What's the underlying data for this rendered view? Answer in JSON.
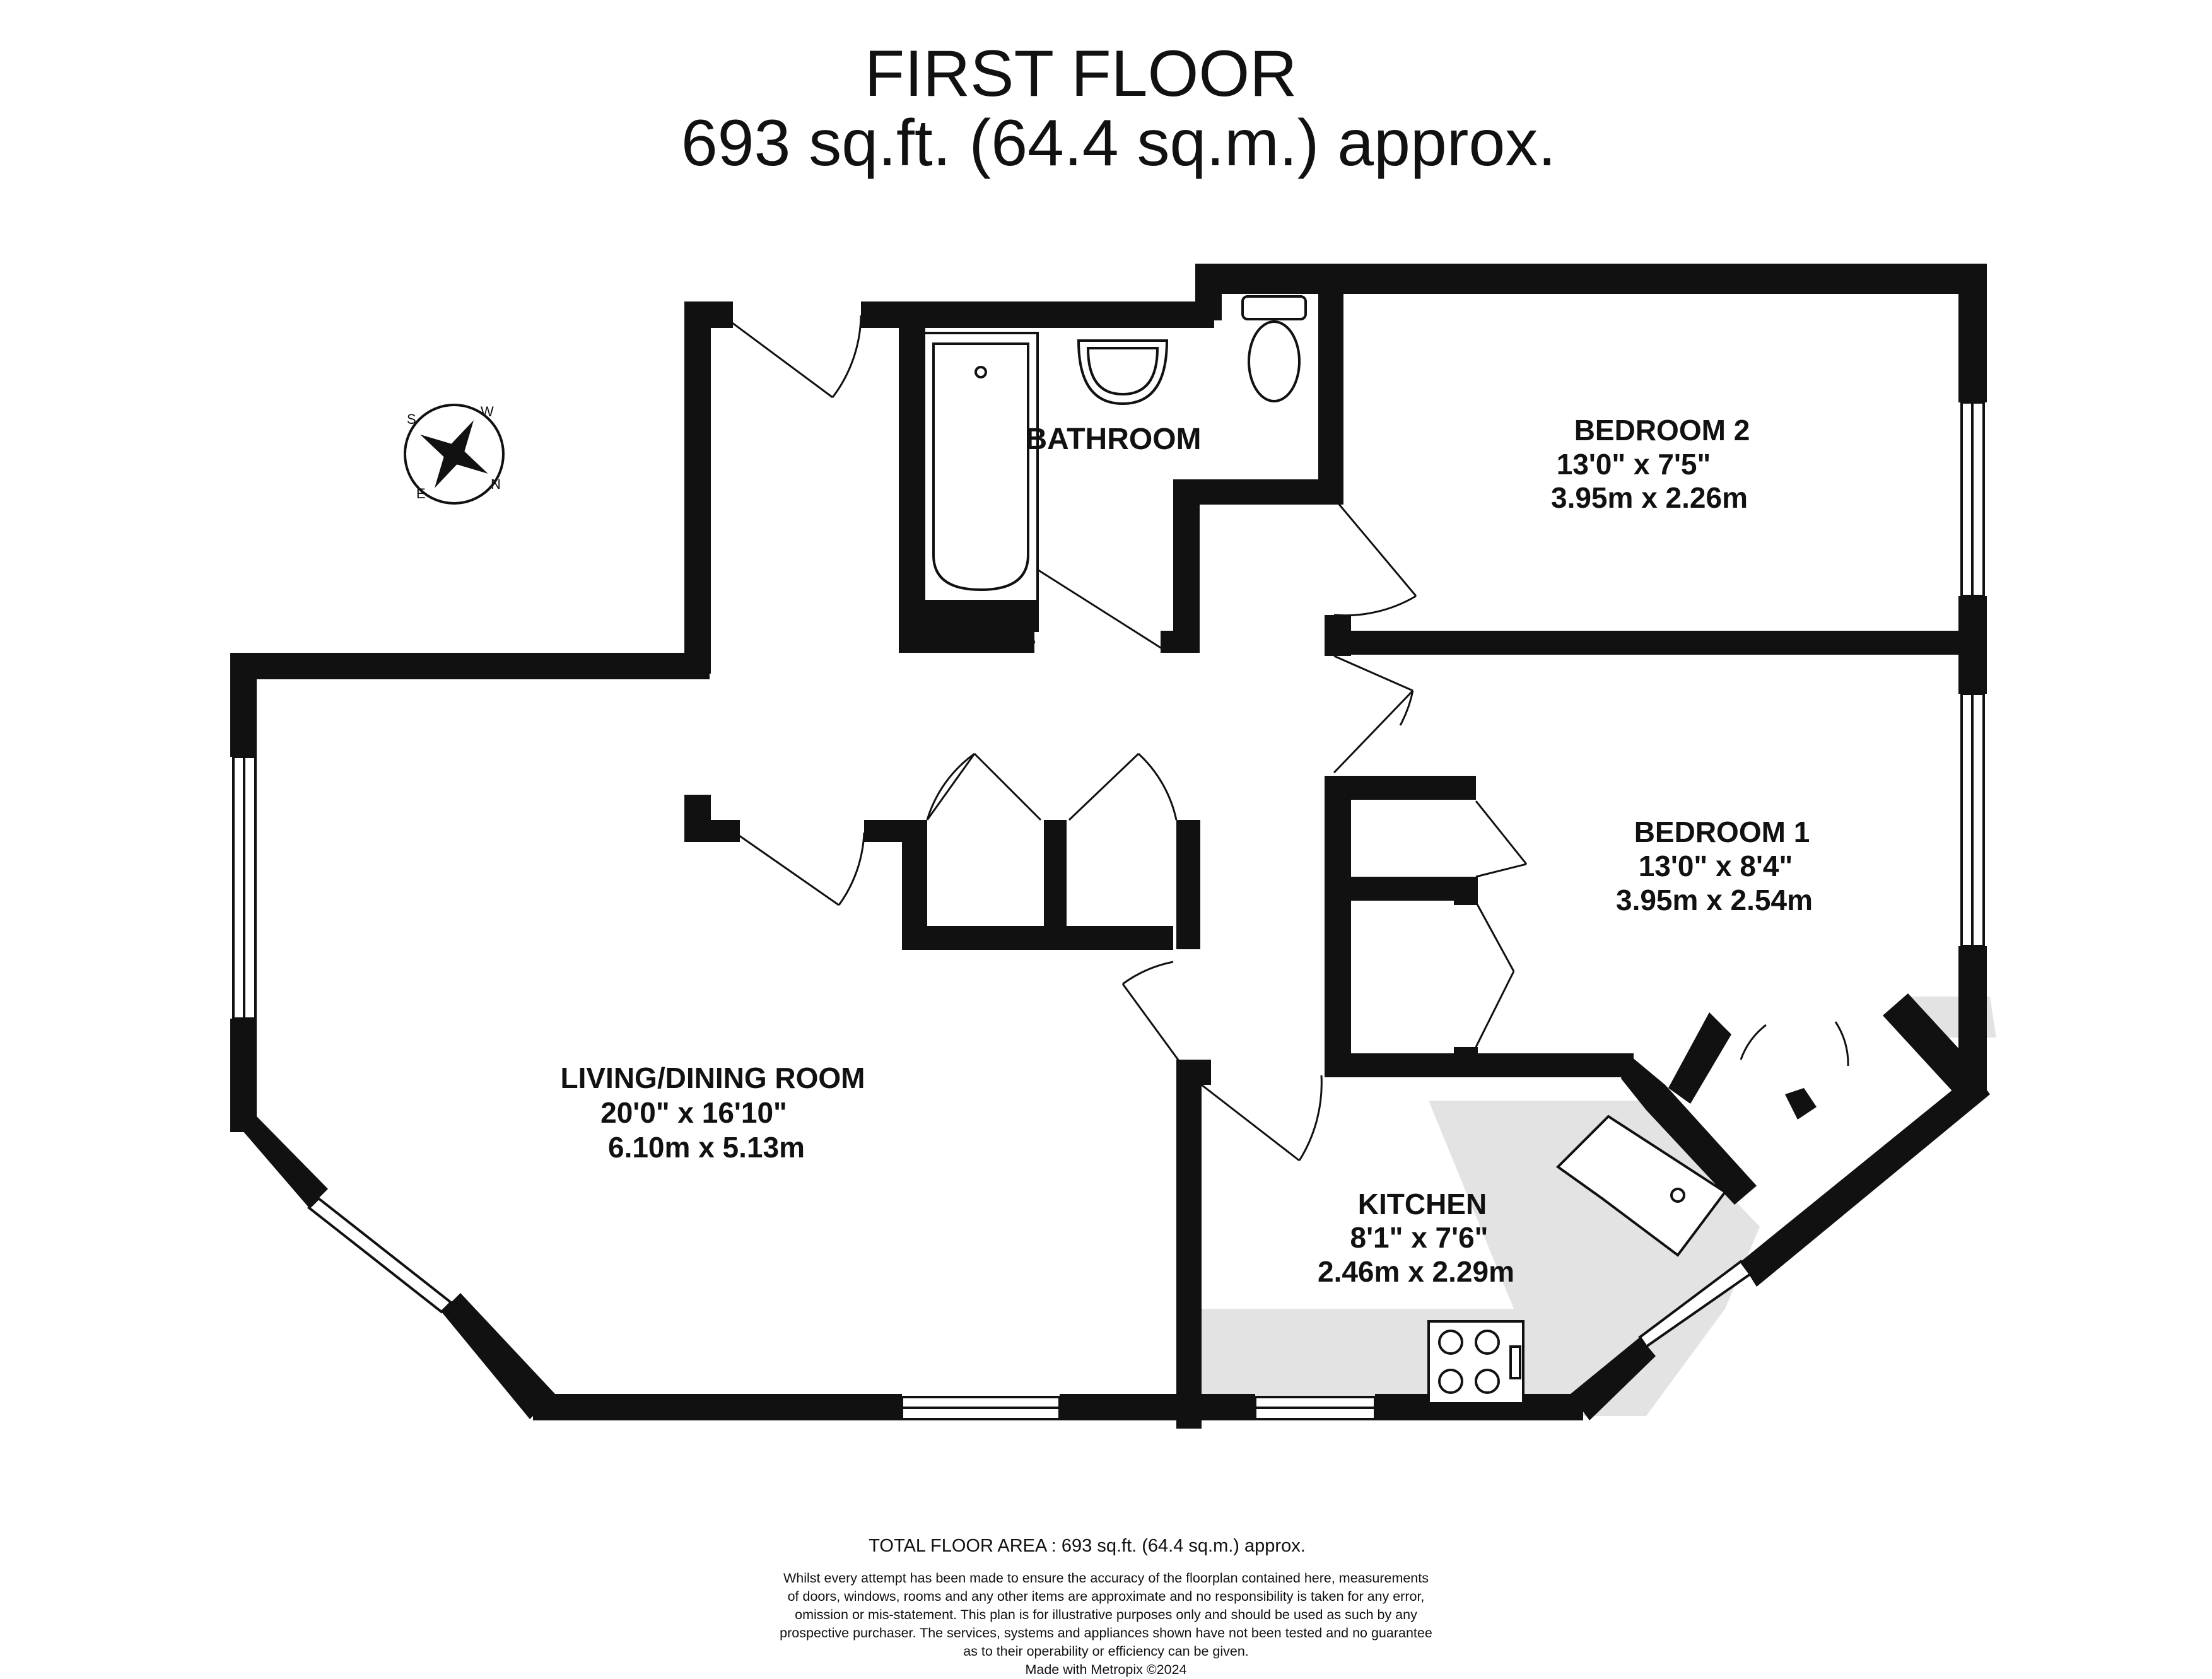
{
  "title": "FIRST FLOOR",
  "subtitle": "693 sq.ft. (64.4 sq.m.) approx.",
  "compass": {
    "letters": [
      "S",
      "W",
      "N",
      "E"
    ]
  },
  "rooms": [
    {
      "name": "BATHROOM",
      "imperial": "",
      "metric": ""
    },
    {
      "name": "BEDROOM 2",
      "imperial": "13'0\"  x 7'5\"",
      "metric": "3.95m  x 2.26m"
    },
    {
      "name": "BEDROOM 1",
      "imperial": "13'0\"  x 8'4\"",
      "metric": "3.95m  x 2.54m"
    },
    {
      "name": "LIVING/DINING ROOM",
      "imperial": "20'0\"  x 16'10\"",
      "metric": "6.10m  x 5.13m"
    },
    {
      "name": "KITCHEN",
      "imperial": "8'1\"  x 7'6\"",
      "metric": "2.46m  x 2.29m"
    }
  ],
  "footer": {
    "total": "TOTAL FLOOR AREA : 693 sq.ft. (64.4 sq.m.) approx.",
    "disclaimer": [
      "Whilst every attempt has been made to ensure the accuracy of the floorplan contained here, measurements",
      "of doors, windows, rooms and any other items are approximate and no responsibility is taken for any error,",
      "omission or mis-statement. This plan is for illustrative purposes only and should be used as such by any",
      "prospective purchaser. The services, systems and appliances shown have not been tested and no guarantee",
      "as to their operability or efficiency can be given."
    ],
    "credit": "Made with Metropix ©2024"
  },
  "colors": {
    "wall": "#111111",
    "worktop": "#e3e3e3",
    "window": "#ffffff"
  }
}
